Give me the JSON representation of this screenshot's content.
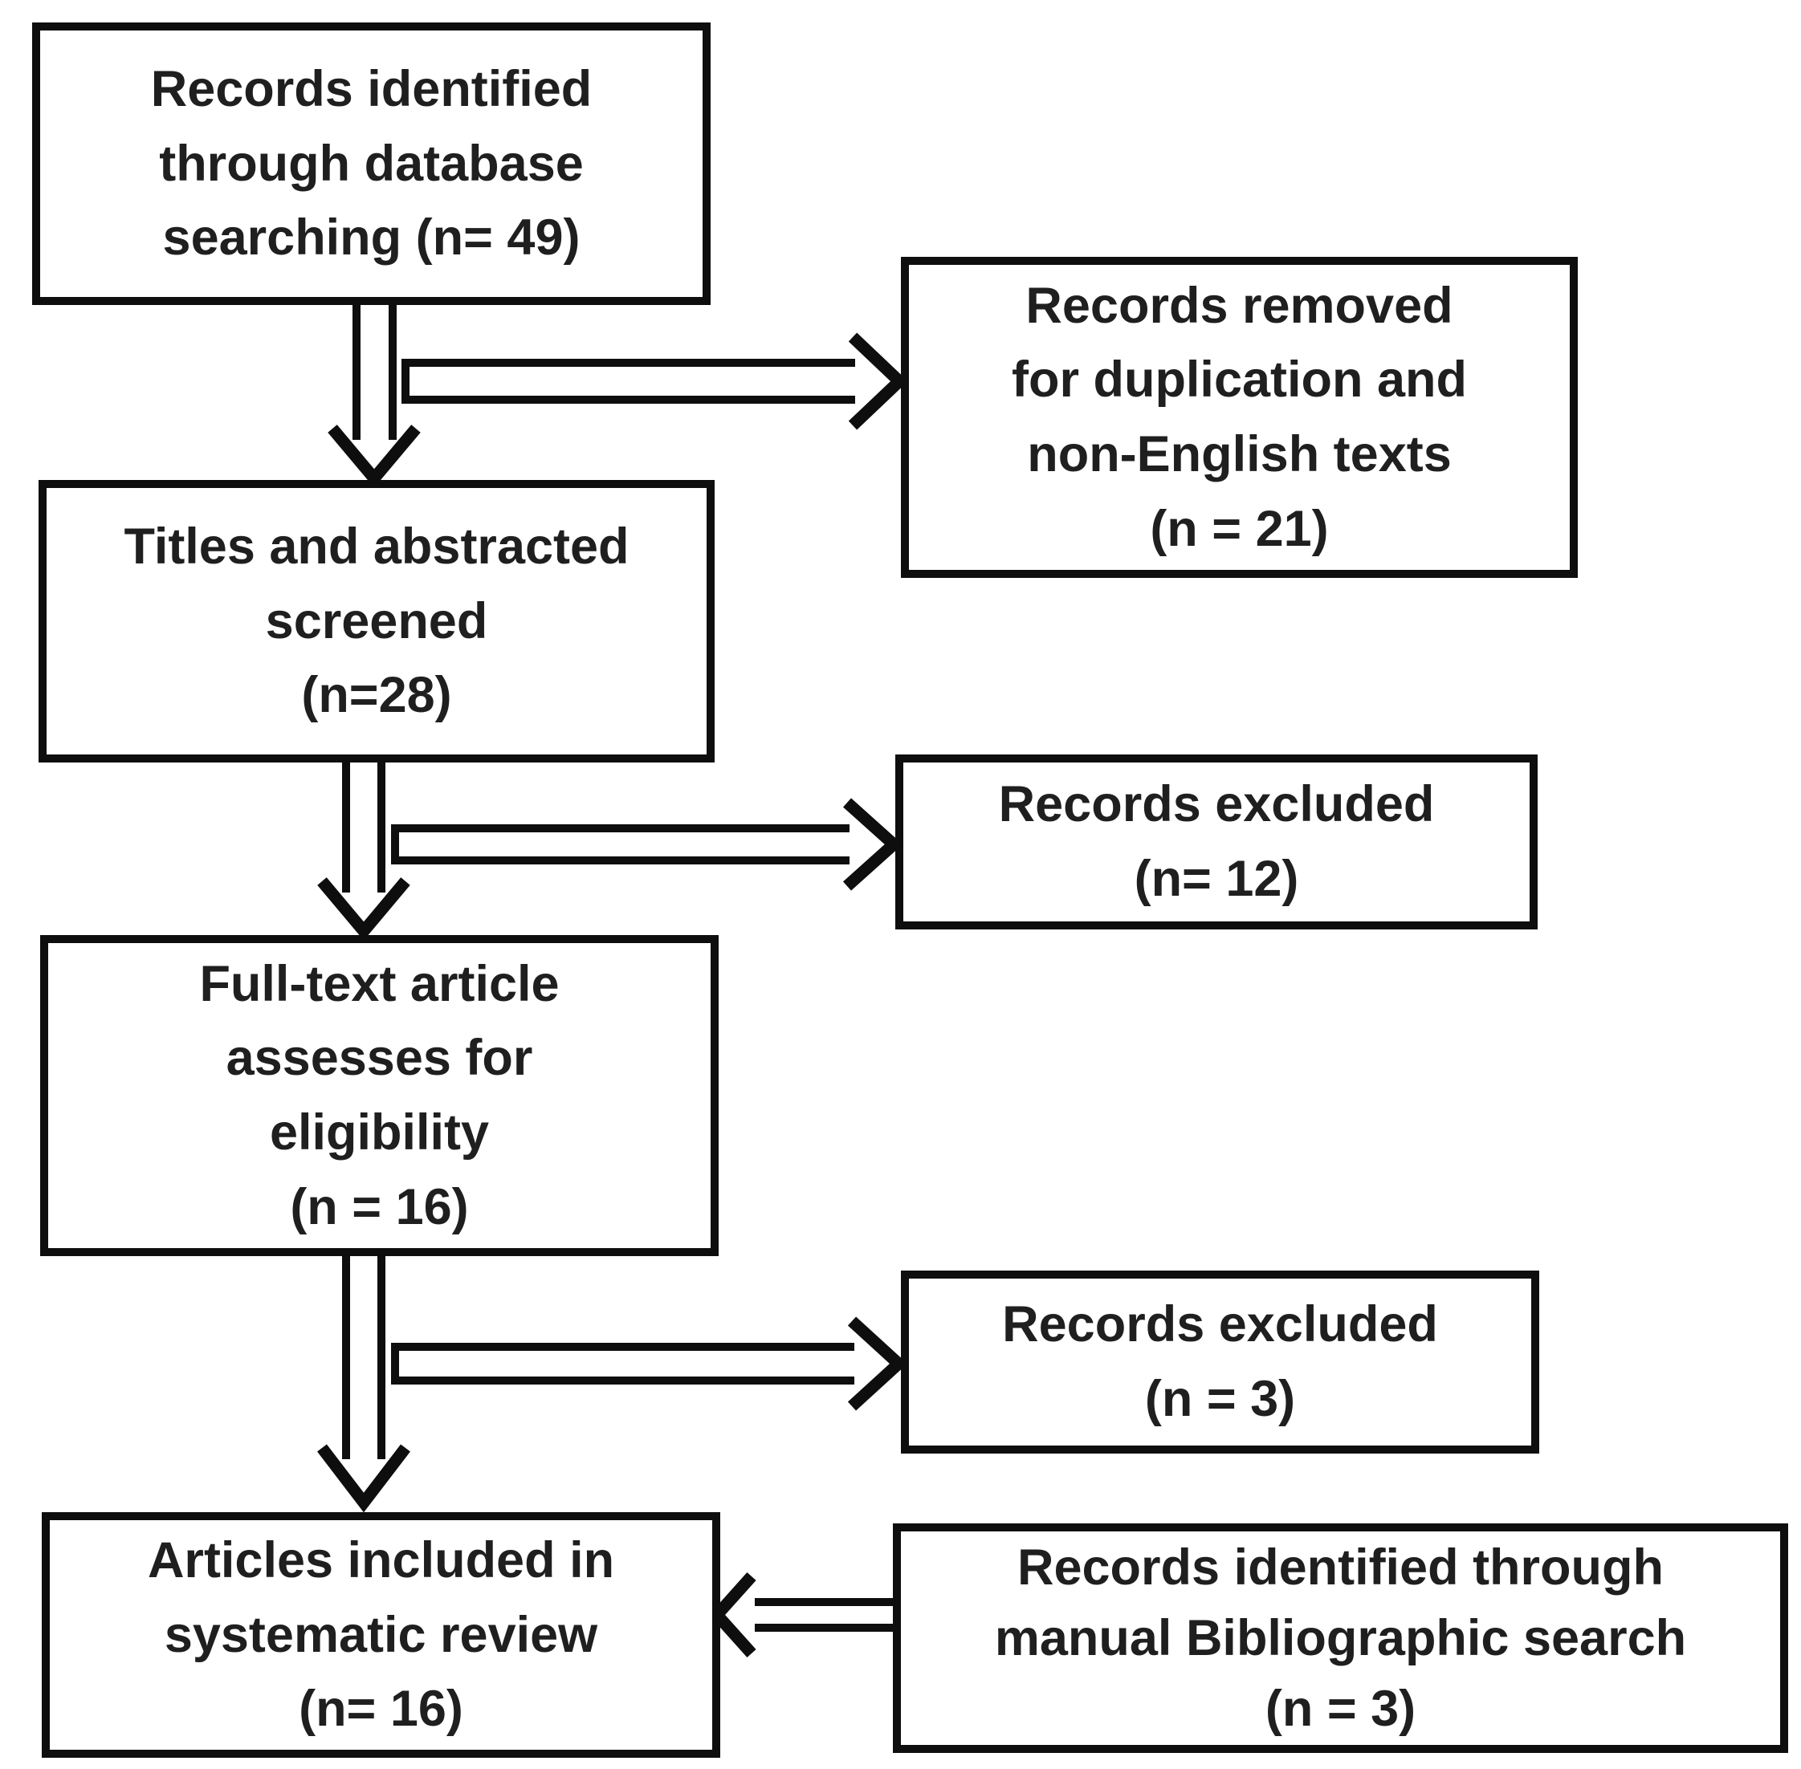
{
  "diagram": {
    "boxes": {
      "identified": {
        "lines": [
          "Records identified",
          "through database",
          "searching (n= 49)"
        ]
      },
      "removed": {
        "lines": [
          "Records removed",
          "for duplication and",
          "non-English texts",
          "(n = 21)"
        ]
      },
      "screened": {
        "lines": [
          "Titles and abstracted",
          "screened",
          "(n=28)"
        ]
      },
      "excluded1": {
        "lines": [
          "Records excluded",
          "(n= 12)"
        ]
      },
      "fulltext": {
        "lines": [
          "Full-text article",
          "assesses for",
          "eligibility",
          "(n = 16)"
        ]
      },
      "excluded2": {
        "lines": [
          "Records excluded",
          "(n = 3)"
        ]
      },
      "included": {
        "lines": [
          "Articles included in",
          "systematic review",
          "(n= 16)"
        ]
      },
      "bibliographic": {
        "lines": [
          "Records identified through",
          "manual Bibliographic search",
          "(n = 3)"
        ]
      }
    },
    "arrows": [
      {
        "from": "identified",
        "to": "screened",
        "direction": "down"
      },
      {
        "from": "identified",
        "to": "removed",
        "direction": "right"
      },
      {
        "from": "screened",
        "to": "fulltext",
        "direction": "down"
      },
      {
        "from": "screened",
        "to": "excluded1",
        "direction": "right"
      },
      {
        "from": "fulltext",
        "to": "included",
        "direction": "down"
      },
      {
        "from": "fulltext",
        "to": "excluded2",
        "direction": "right"
      },
      {
        "from": "bibliographic",
        "to": "included",
        "direction": "left"
      }
    ],
    "colors": {
      "line": "#0e0e0e",
      "text": "#1f1f1f",
      "background": "#ffffff"
    }
  }
}
